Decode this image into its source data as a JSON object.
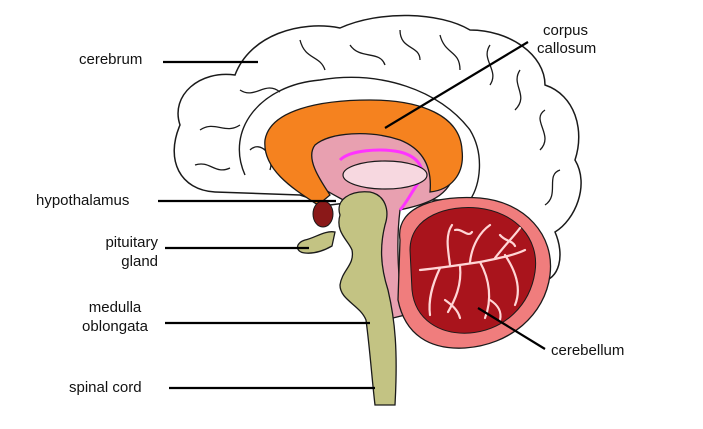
{
  "labels": {
    "cerebrum": "cerebrum",
    "corpus_callosum_1": "corpus",
    "corpus_callosum_2": "callosum",
    "hypothalamus": "hypothalamus",
    "pituitary_1": "pituitary",
    "pituitary_2": "gland",
    "medulla_1": "medulla",
    "medulla_2": "oblongata",
    "spinal_cord": "spinal cord",
    "cerebellum": "cerebellum"
  },
  "colors": {
    "outline": "#1a1a1a",
    "corpus_callosum": "#f5821f",
    "thalamus": "#e8a0b0",
    "thalamus_inner": "#f7d8e0",
    "magenta_outline": "#ff33ff",
    "brainstem": "#c3c383",
    "cerebellum_outer": "#f07d7d",
    "cerebellum_inner": "#a9141c",
    "hypothalamus": "#8a1818"
  }
}
